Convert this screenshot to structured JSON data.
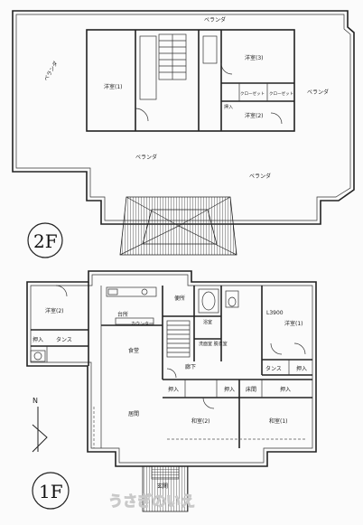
{
  "floor2": {
    "floor_label": "2F",
    "veranda": "ベランダ",
    "western1": "洋室(1)",
    "western2": "洋室(2)",
    "western3": "洋室(3)",
    "closet": "クローゼット",
    "storage": "押入"
  },
  "floor1": {
    "floor_label": "1F",
    "japanese1": "和室(1)",
    "japanese2": "和室(2)",
    "western1": "洋室(1)",
    "western2": "洋室(2)",
    "kitchen": "台所",
    "dining": "食堂",
    "living": "居間",
    "counter": "カウンター",
    "bath": "浴室",
    "washroom": "洗面室 脱衣室",
    "toilet": "便所",
    "corridor": "廊下",
    "entrance": "玄関",
    "storage": "押入",
    "tansu": "タンス",
    "cabinet": "床間",
    "dimension": "L3900"
  },
  "compass": {
    "north": "N"
  },
  "watermark": "うさぎのいえ"
}
